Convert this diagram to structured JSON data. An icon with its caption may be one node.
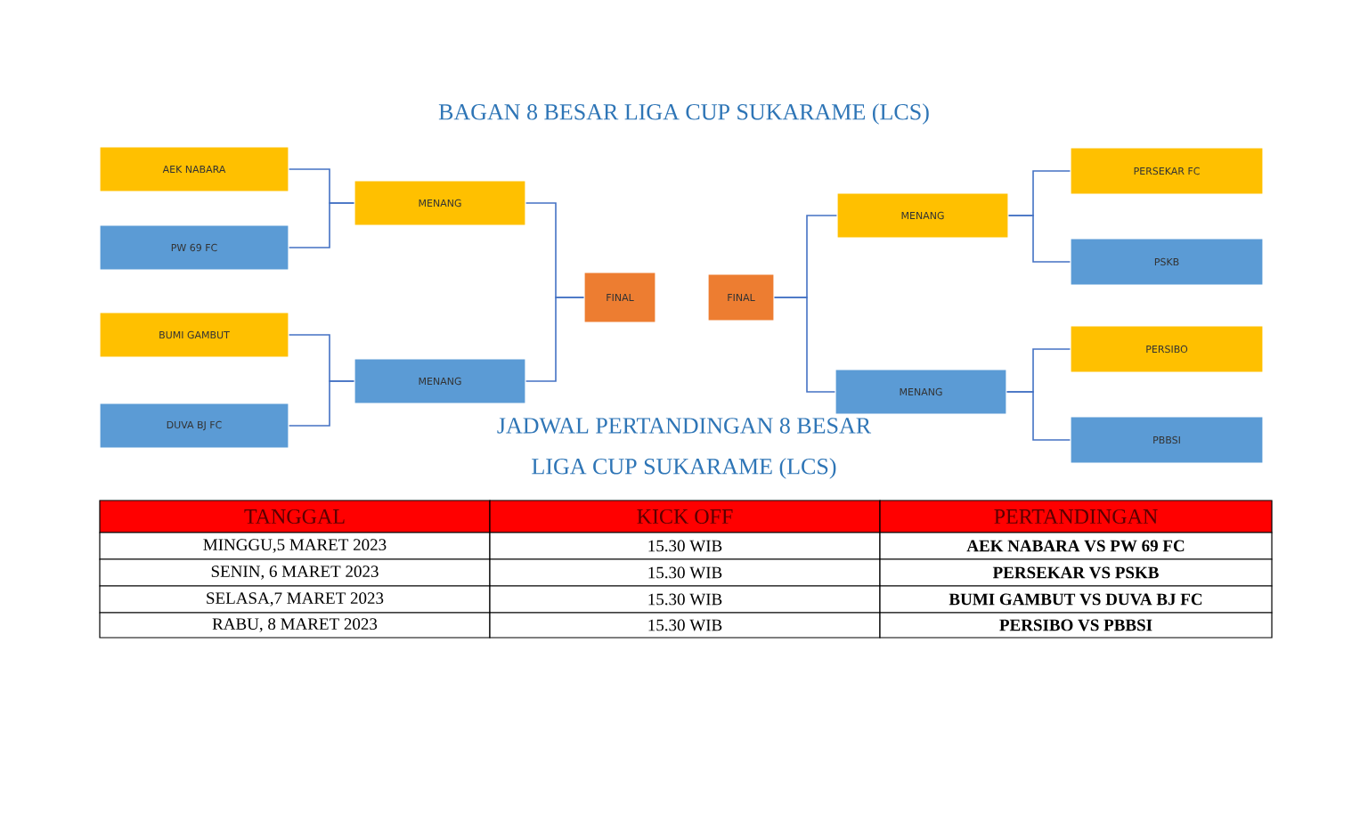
{
  "diagram": {
    "title": "BAGAN 8 BESAR LIGA CUP SUKARAME (LCS)",
    "nodes": [
      {
        "text": [
          "AEK NABARA"
        ]
      },
      {
        "text": [
          "PW 69 FC"
        ]
      },
      {
        "text": [
          "BUMI GAMBUT"
        ]
      },
      {
        "text": [
          "DUVA BJ FC"
        ]
      },
      {
        "text": [
          "MENANG"
        ]
      },
      {
        "text": [
          "MENANG"
        ]
      },
      {
        "text": [
          "FINAL"
        ]
      },
      {
        "text": [
          "FINAL"
        ]
      },
      {
        "text": [
          "MENANG"
        ]
      },
      {
        "text": [
          "MENANG"
        ]
      },
      {
        "text": [
          "PERSEKAR FC"
        ]
      },
      {
        "text": [
          "PSKB"
        ]
      },
      {
        "text": [
          "PERSIBO"
        ]
      },
      {
        "text": [
          "PBBSI"
        ]
      }
    ],
    "edges": [
      {
        "from": 0,
        "to": 4,
        "arrow": "none"
      },
      {
        "from": 1,
        "to": 4,
        "arrow": "none"
      },
      {
        "from": 2,
        "to": 5,
        "arrow": "none"
      },
      {
        "from": 3,
        "to": 5,
        "arrow": "none"
      },
      {
        "from": 4,
        "to": 6,
        "arrow": "none"
      },
      {
        "from": 5,
        "to": 6,
        "arrow": "none"
      },
      {
        "from": 7,
        "to": 8,
        "arrow": "none"
      },
      {
        "from": 7,
        "to": 9,
        "arrow": "none"
      },
      {
        "from": 8,
        "to": 10,
        "arrow": "none"
      },
      {
        "from": 8,
        "to": 11,
        "arrow": "none"
      },
      {
        "from": 9,
        "to": 12,
        "arrow": "none"
      },
      {
        "from": 9,
        "to": 13,
        "arrow": "none"
      }
    ],
    "labels": [
      "JADWAL PERTANDINGAN 8 BESAR",
      "LIGA CUP SUKARAME (LCS)",
      "TANGGAL",
      "KICK OFF",
      "PERTANDINGAN",
      "MINGGU,5 MARET 2023",
      "15.30 WIB",
      "AEK NABARA VS PW 69 FC",
      "SENIN, 6 MARET 2023",
      "15.30 WIB",
      "PERSEKAR VS PSKB",
      "SELASA,7 MARET 2023",
      "15.30 WIB",
      "BUMI GAMBUT VS DUVA BJ FC",
      "RABU, 8 MARET 2023",
      "15.30 WIB",
      "PERSIBO VS PBBSI"
    ]
  }
}
